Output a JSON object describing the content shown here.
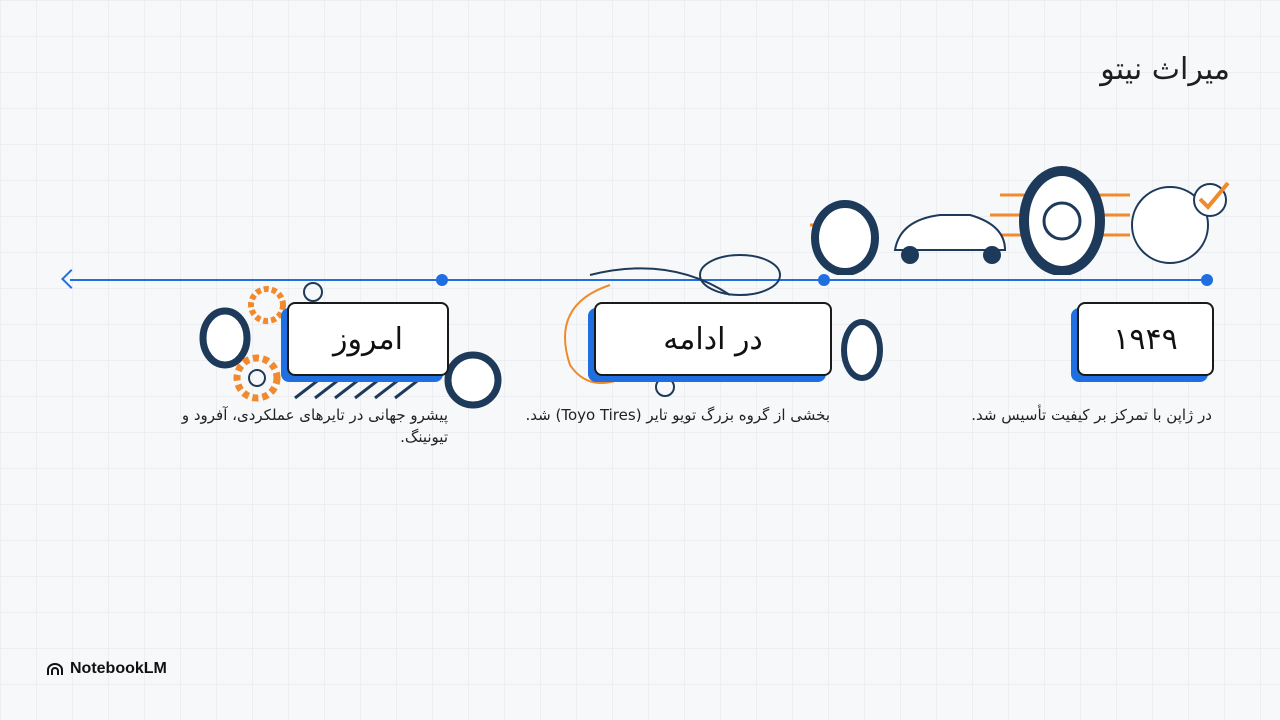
{
  "title": "میراث نیتو",
  "events": [
    {
      "label": "۱۹۴۹",
      "description": "در ژاپن با تمرکز بر کیفیت تأسیس شد."
    },
    {
      "label": "در ادامه",
      "description": "بخشی از گروه بزرگ تویو تایر (Toyo Tires) شد."
    },
    {
      "label": "امروز",
      "description": "پیشرو جهانی در تایرهای عملکردی، آفرود و تیونینگ."
    }
  ],
  "footer": {
    "brand": "NotebookLM"
  },
  "colors": {
    "accent": "#1f6fe0",
    "orange": "#f08a2c",
    "ink": "#1e3a5a"
  }
}
